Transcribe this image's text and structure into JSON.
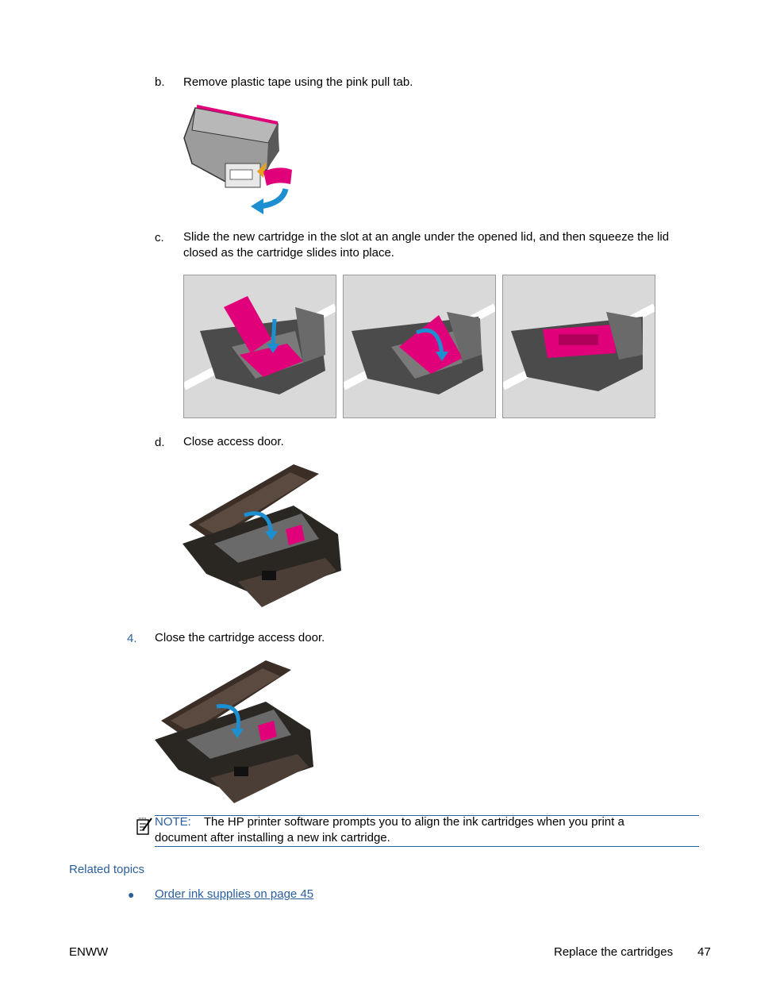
{
  "steps": {
    "b": {
      "letter": "b.",
      "text": "Remove plastic tape using the pink pull tab."
    },
    "c": {
      "letter": "c.",
      "text": "Slide the new cartridge in the slot at an angle under the opened lid, and then squeeze the lid closed as the cartridge slides into place."
    },
    "d": {
      "letter": "d.",
      "text": "Close access door."
    },
    "four": {
      "number": "4.",
      "text": "Close the cartridge access door."
    }
  },
  "note": {
    "label": "NOTE:",
    "text_line1": "The HP printer software prompts you to align the ink cartridges when you print a",
    "text_line2": "document after installing a new ink cartridge.",
    "icon": "note-icon"
  },
  "related": {
    "heading": "Related topics",
    "links": [
      {
        "label": "Order ink supplies on page 45"
      }
    ]
  },
  "footer": {
    "left": "ENWW",
    "section": "Replace the cartridges",
    "page": "47"
  },
  "colors": {
    "accent_blue": "#2a5f9e",
    "magenta": "#e0007a",
    "arrow_blue": "#1c8fd0"
  }
}
